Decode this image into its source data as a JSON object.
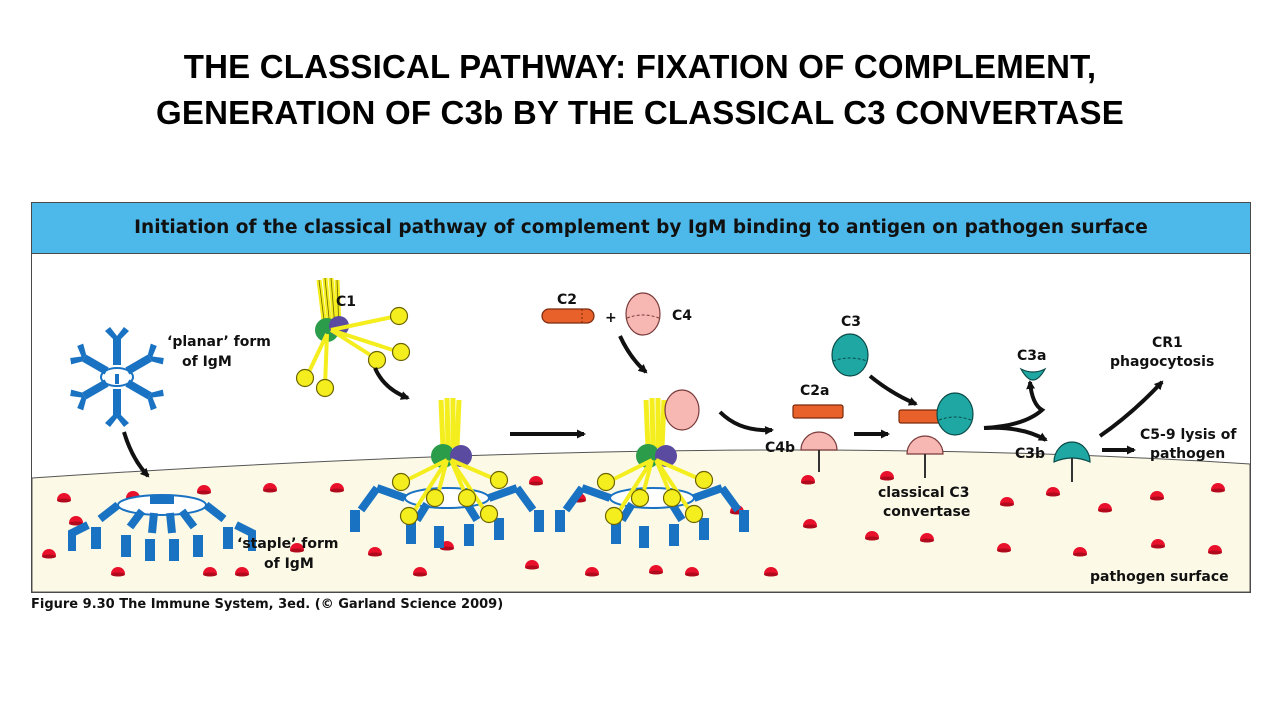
{
  "slide": {
    "title_line1": "THE CLASSICAL PATHWAY: FIXATION OF COMPLEMENT,",
    "title_line2": "GENERATION OF C3b BY THE CLASSICAL C3 CONVERTASE"
  },
  "figure": {
    "banner": "Initiation of the classical pathway of complement by IgM binding to antigen on pathogen surface",
    "labels": {
      "planar_line1": "‘planar’ form",
      "planar_line2": "of IgM",
      "staple_line1": "‘staple’ form",
      "staple_line2": "of IgM",
      "c1": "C1",
      "c2": "C2",
      "plus": "+",
      "c4": "C4",
      "c2a": "C2a",
      "c4b": "C4b",
      "c3": "C3",
      "c3a": "C3a",
      "c3b": "C3b",
      "cr1_line1": "CR1",
      "cr1_line2": "phagocytosis",
      "lysis_line1": "C5-9 lysis of",
      "lysis_line2": "pathogen",
      "convertase_line1": "classical C3",
      "convertase_line2": "convertase",
      "pathogen_surface": "pathogen surface"
    },
    "caption": "Figure 9.30 The Immune System, 3ed. (© Garland Science 2009)"
  },
  "colors": {
    "banner": "#4db8ea",
    "surface": "#fcfae6",
    "antigen": "#e8102b",
    "igm": "#1a72c2",
    "c1_heads": "#f5ee1e",
    "c1r": "#2a9c4a",
    "c1s": "#5a4aa0",
    "c4": "#f7b8b4",
    "c2": "#e8602a",
    "c3": "#1fa8a3"
  },
  "icons": [
    "igm-planar-icon",
    "igm-staple-icon",
    "c1-complex-icon",
    "c2-icon",
    "c4-icon",
    "c3-icon",
    "arrow-icon"
  ]
}
